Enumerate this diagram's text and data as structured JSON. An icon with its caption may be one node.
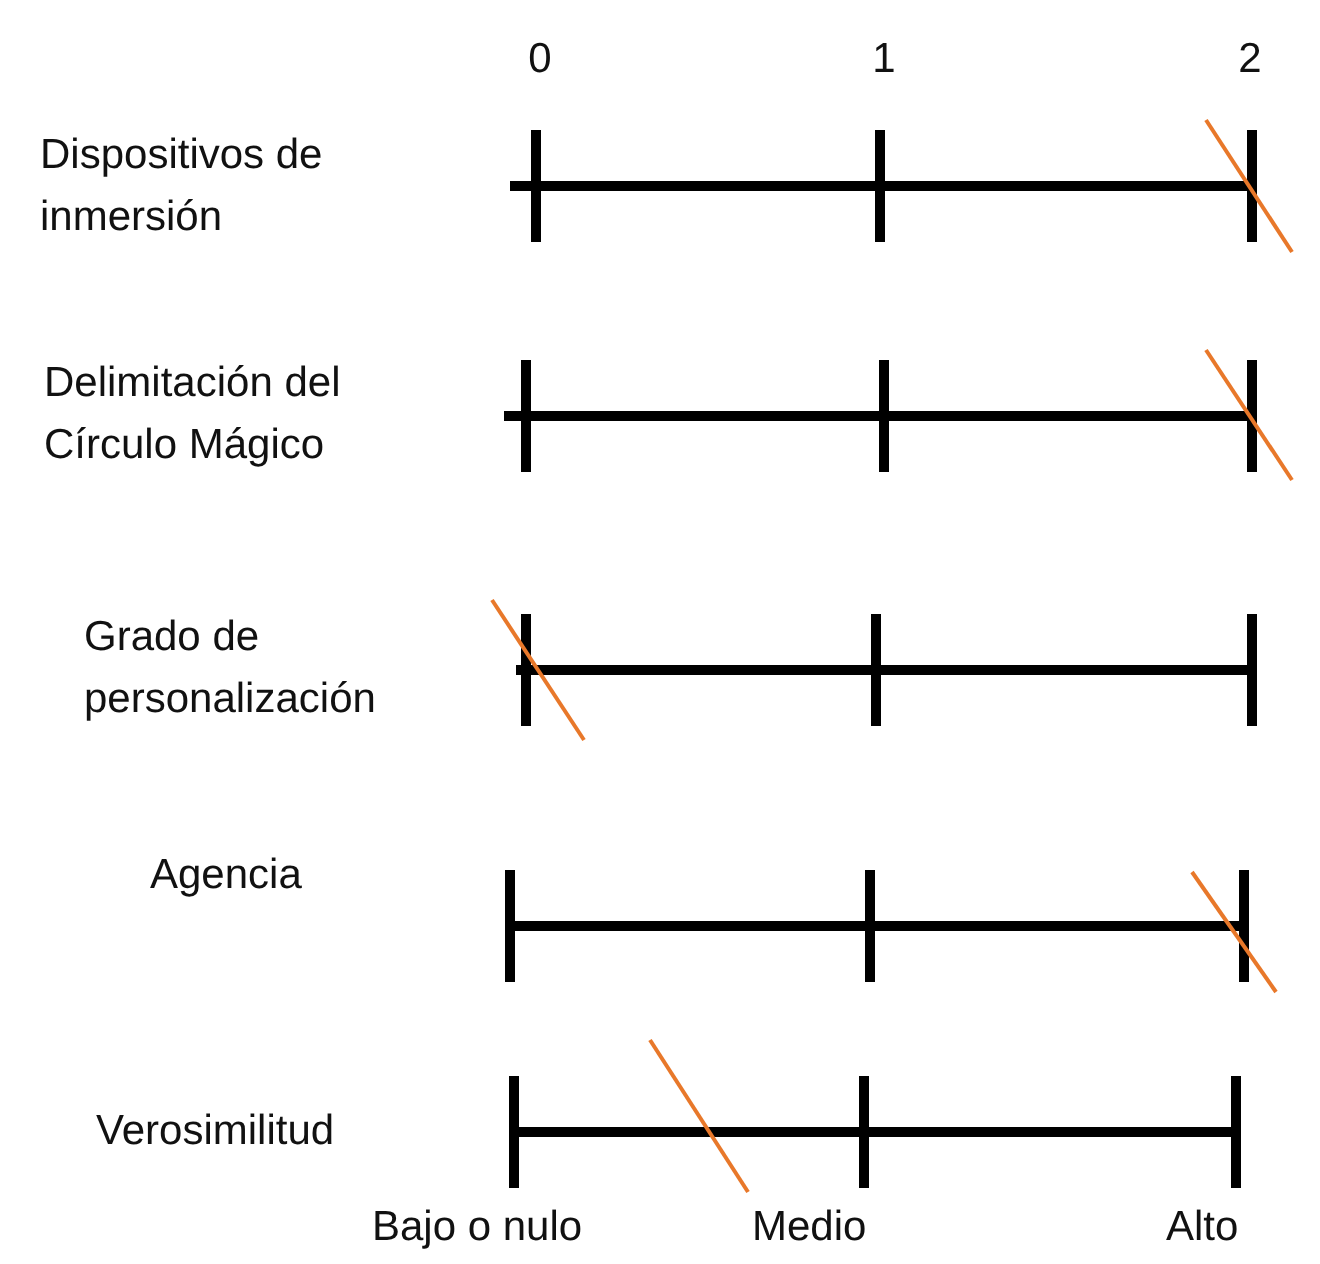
{
  "diagram": {
    "labels": [
      "0",
      "1",
      "2",
      "Dispositivos de inmersión",
      "Delimitación del Círculo Mágico",
      "Grado de personalización",
      "Agencia",
      "Verosimilitud",
      "Bajo o nulo",
      "Medio",
      "Alto"
    ]
  }
}
